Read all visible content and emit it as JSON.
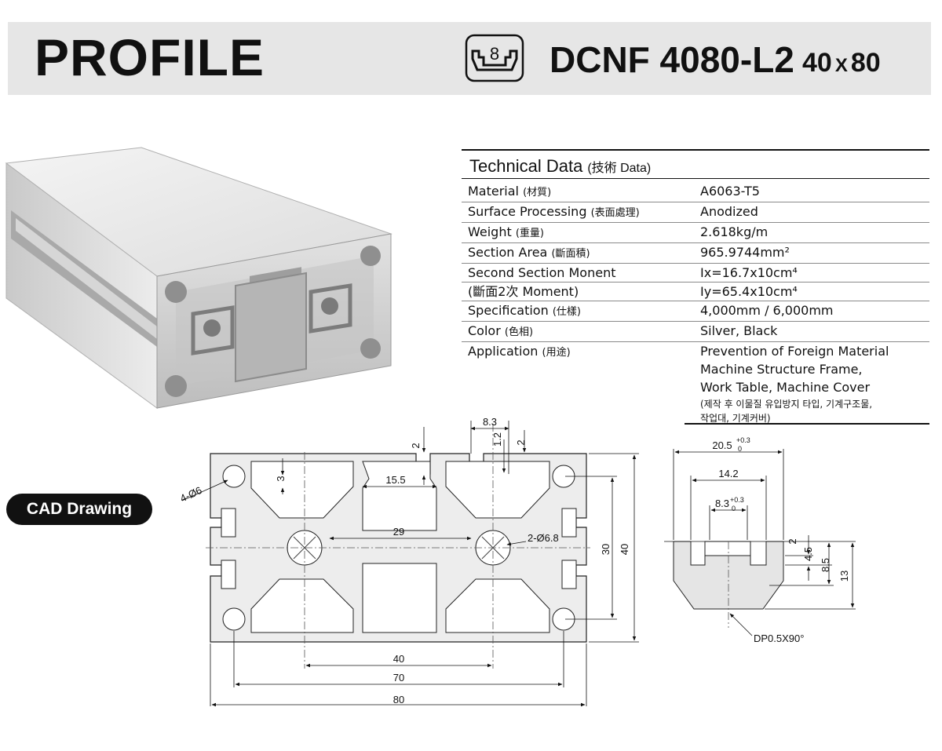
{
  "header": {
    "title": "PROFILE",
    "slot_badge": "8",
    "model": "DCNF 4080-L2",
    "size_a": "40",
    "size_x": "X",
    "size_b": "80"
  },
  "technical_data": {
    "heading": "Technical Data",
    "heading_sub": "(技術  Data)",
    "rows": [
      {
        "label": "Material",
        "label_cjk": "(材質)",
        "value": "A6063-T5"
      },
      {
        "label": "Surface Processing",
        "label_cjk": "(表面處理)",
        "value": "Anodized"
      },
      {
        "label": "Weight",
        "label_cjk": "(重量)",
        "value": "2.618kg/m"
      },
      {
        "label": "Section Area",
        "label_cjk": "(斷面積)",
        "value": "965.9744mm²"
      },
      {
        "label": "Second Section Monent",
        "label_cjk": "",
        "value": "Ix=16.7x10cm⁴"
      },
      {
        "label": "(斷面2次 Moment)",
        "label_cjk": "",
        "value": "Iy=65.4x10cm⁴"
      },
      {
        "label": "Specification",
        "label_cjk": "(仕樣)",
        "value": "4,000mm / 6,000mm"
      },
      {
        "label": "Color",
        "label_cjk": "(色相)",
        "value": "Silver, Black"
      },
      {
        "label": "Application",
        "label_cjk": "(用途)",
        "value": "Prevention of Foreign Material"
      }
    ],
    "application_lines": [
      "Machine Structure Frame,",
      "Work Table, Machine Cover"
    ],
    "application_note_1": "(제작 후 이물질 유입방지 타입, 기계구조물,",
    "application_note_2": "작업대, 기계커버)"
  },
  "cad_badge": "CAD Drawing",
  "cad": {
    "d_8_3": "8.3",
    "d_1_2": "1.2",
    "d_2a": "2",
    "d_2b": "2",
    "d_3": "3",
    "d_15_5": "15.5",
    "d_4_d6": "4-Ø6",
    "d_29": "29",
    "d_2_d6_8": "2-Ø6.8",
    "d_30": "30",
    "d_40v": "40",
    "d_40": "40",
    "d_70": "70",
    "d_80": "80"
  },
  "slot_detail": {
    "d_20_5": "20.5",
    "d_20_5_tol": "+0.3",
    "d_20_5_tol0": "0",
    "d_14_2": "14.2",
    "d_8_3": "8.3",
    "d_8_3_tol": "+0.3",
    "d_8_3_tol0": "0",
    "d_2": "2",
    "d_4_5": "4.5",
    "d_8_5": "8.5",
    "d_13": "13",
    "dp_note": "DP0.5X90°"
  }
}
